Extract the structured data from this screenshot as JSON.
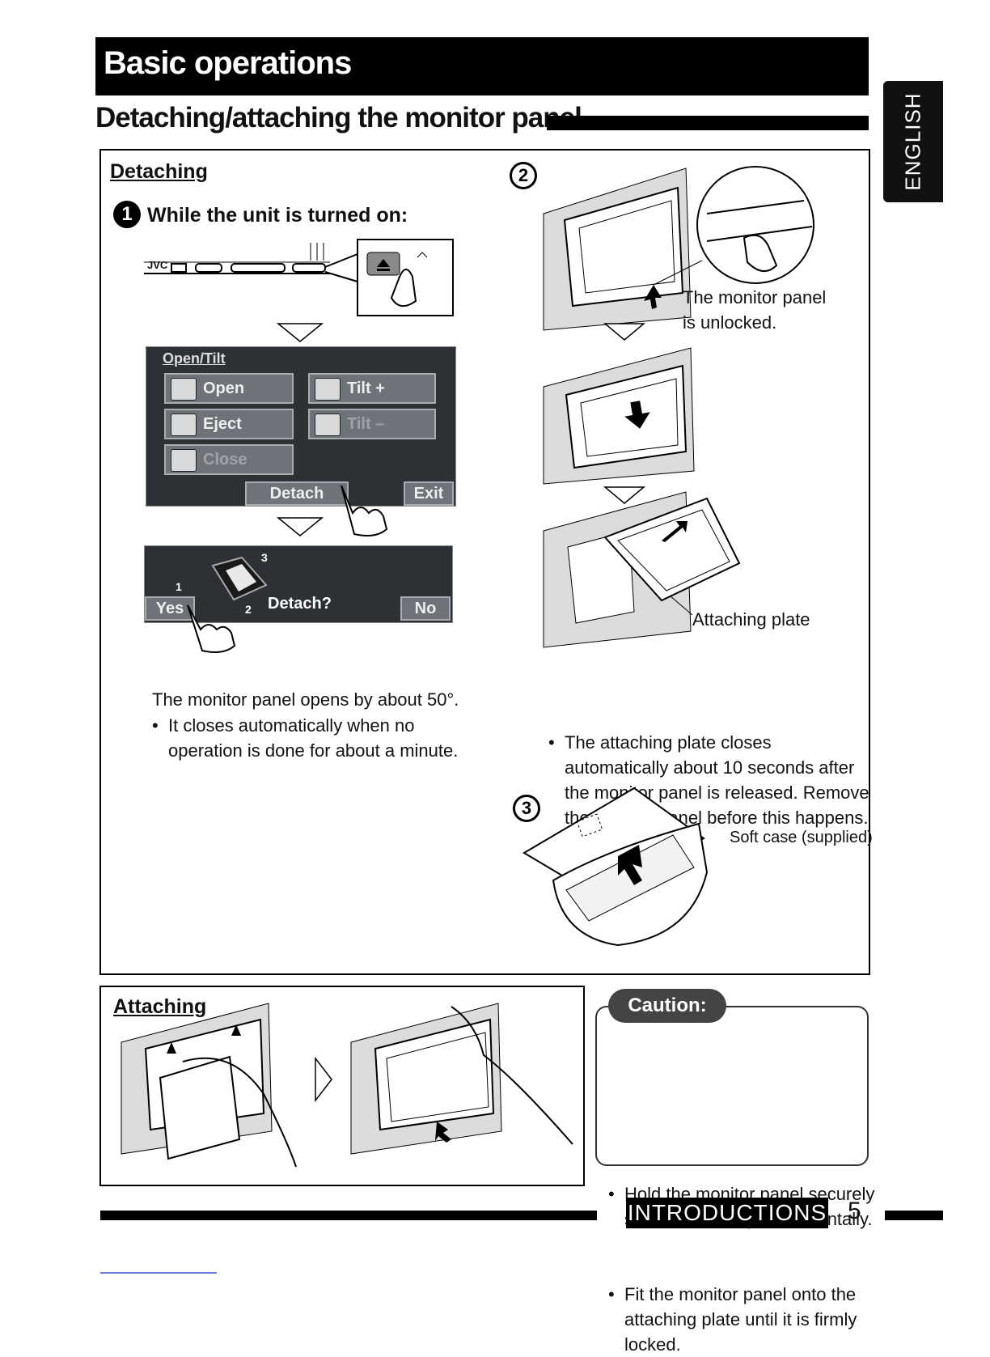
{
  "header": {
    "title": "Basic operations",
    "section_heading": "Detaching/attaching the monitor panel",
    "language_tab": "ENGLISH"
  },
  "detaching": {
    "heading": "Detaching",
    "step1": {
      "number": "1",
      "title": "While the unit is turned on:",
      "brand_label": "JVC",
      "menu_screen": {
        "title": "Open/Tilt",
        "buttons": [
          "Open",
          "Tilt +",
          "Eject",
          "Tilt –",
          "Close",
          "Detach",
          "Exit"
        ]
      },
      "confirm_screen": {
        "prompt": "Detach?",
        "yes": "Yes",
        "no": "No",
        "markers": [
          "1",
          "2",
          "3"
        ]
      },
      "text": "The monitor panel opens by about 50°.",
      "bullets": [
        "It closes automatically when no operation is done for about a minute."
      ]
    },
    "step2": {
      "number": "2",
      "callout_unlocked": "The monitor panel is unlocked.",
      "callout_plate": "Attaching plate",
      "bullets": [
        "The attaching plate closes automatically about 10 seconds after the monitor panel is released. Remove the monitor panel before this happens."
      ]
    },
    "step3": {
      "number": "3",
      "callout_case": "Soft case (supplied)"
    }
  },
  "attaching": {
    "heading": "Attaching"
  },
  "caution": {
    "label": "Caution:",
    "bullets": [
      "Hold the monitor panel securely so as not to drop it accidentally.",
      "Fit the monitor panel onto the attaching plate until it is firmly locked."
    ]
  },
  "footer": {
    "section": "INTRODUCTIONS",
    "page": "5"
  }
}
